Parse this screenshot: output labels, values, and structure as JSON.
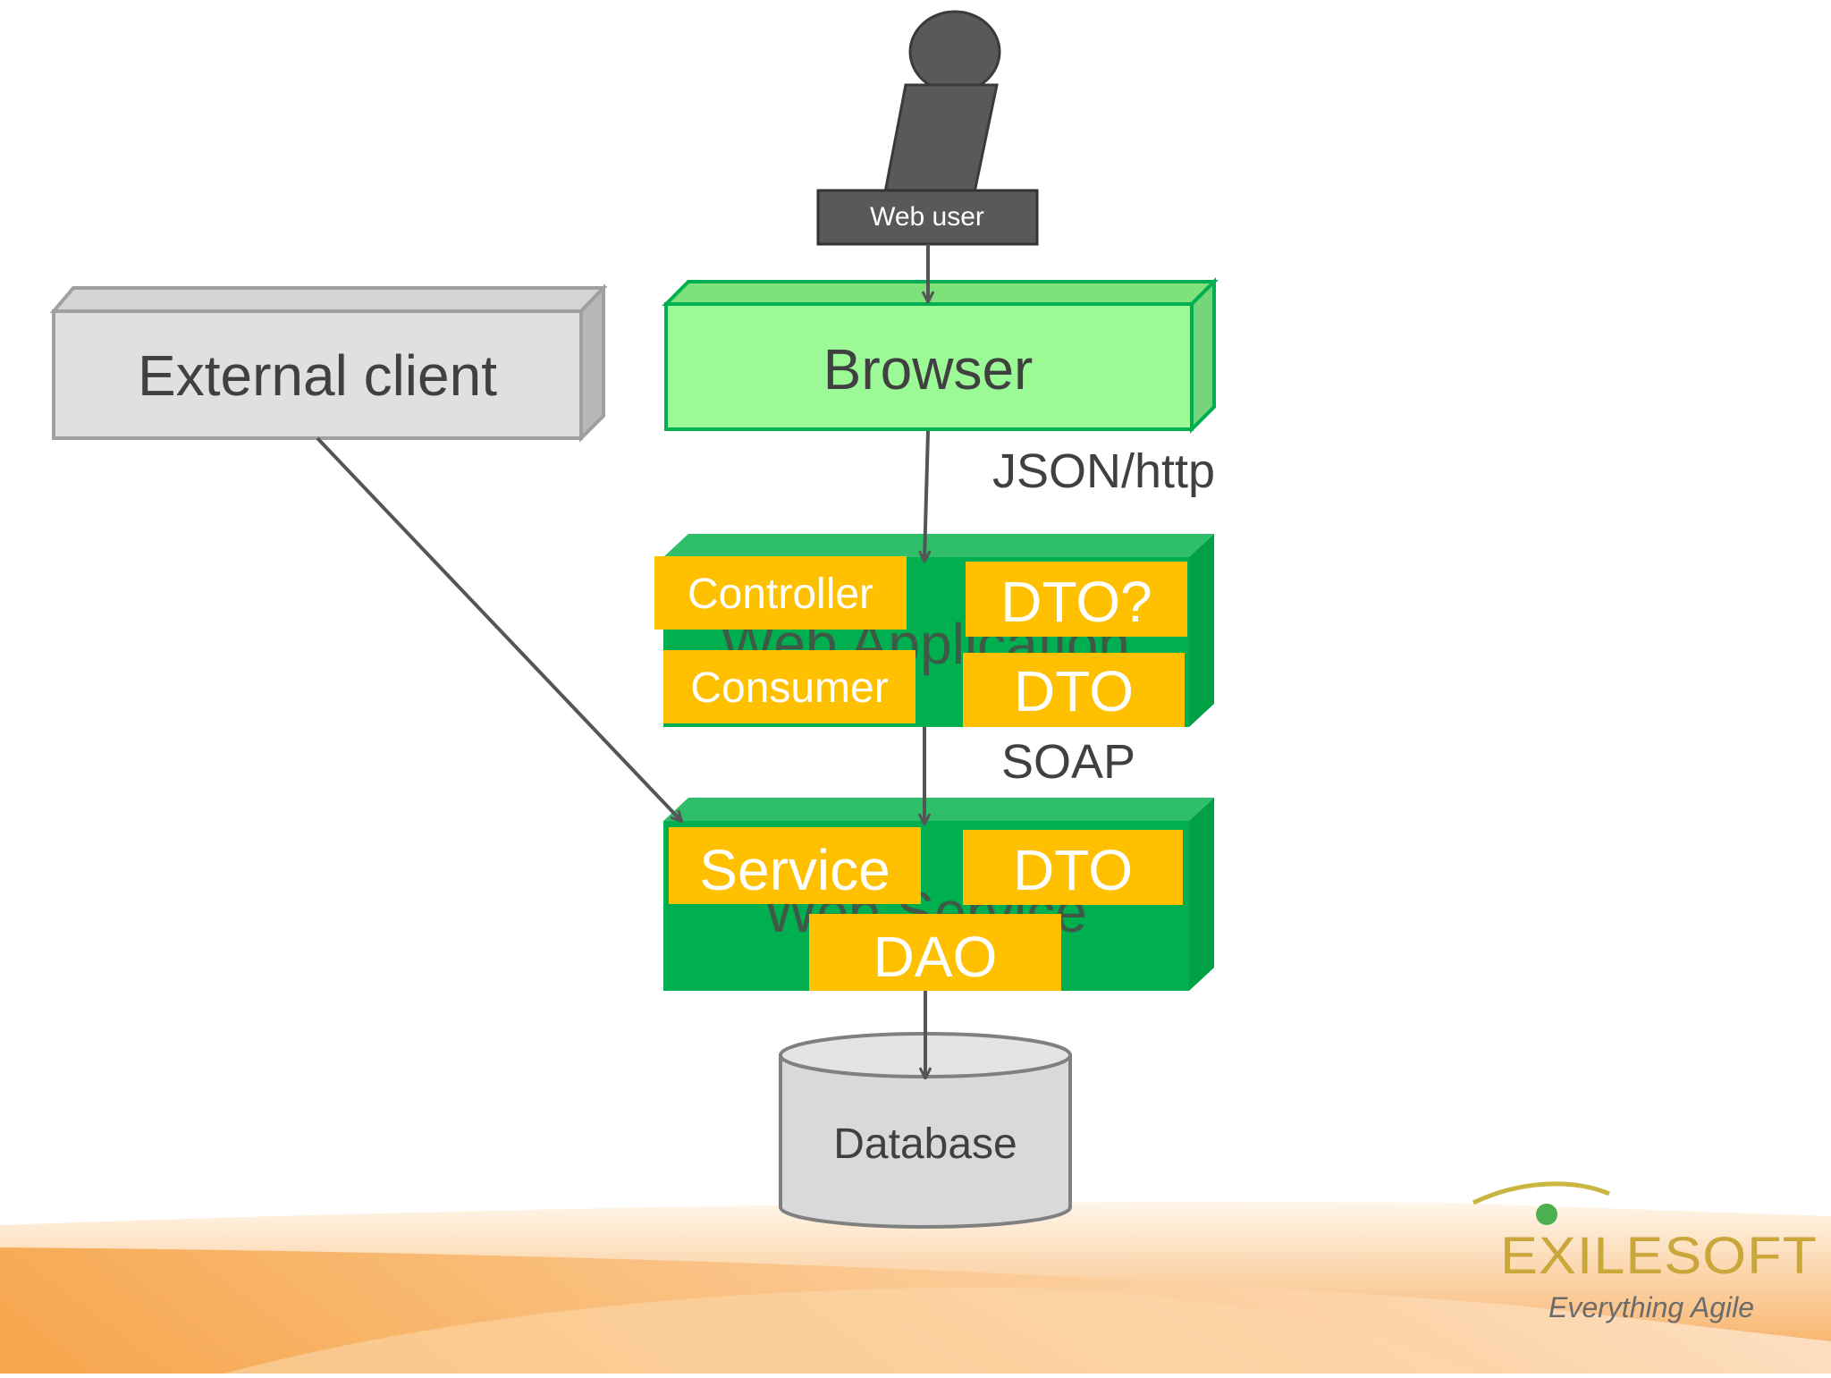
{
  "nodes": {
    "web_user": "Web user",
    "external_client": "External client",
    "browser": "Browser",
    "web_application": "Web Application",
    "controller": "Controller",
    "dto_question": "DTO?",
    "consumer": "Consumer",
    "dto_app": "DTO",
    "web_service": "Web Service",
    "service": "Service",
    "dto_service": "DTO",
    "dao": "DAO",
    "database": "Database"
  },
  "edges": {
    "browser_to_app": "JSON/http",
    "app_to_service": "SOAP"
  },
  "logo": {
    "name": "EXILESOFT",
    "tagline": "Everything Agile"
  },
  "colors": {
    "green_light": "#9cfa96",
    "green_dark": "#00b050",
    "orange": "#ffc000",
    "gray_box": "#e0e0e0",
    "dark_actor": "#595959",
    "arrow": "#555555"
  }
}
